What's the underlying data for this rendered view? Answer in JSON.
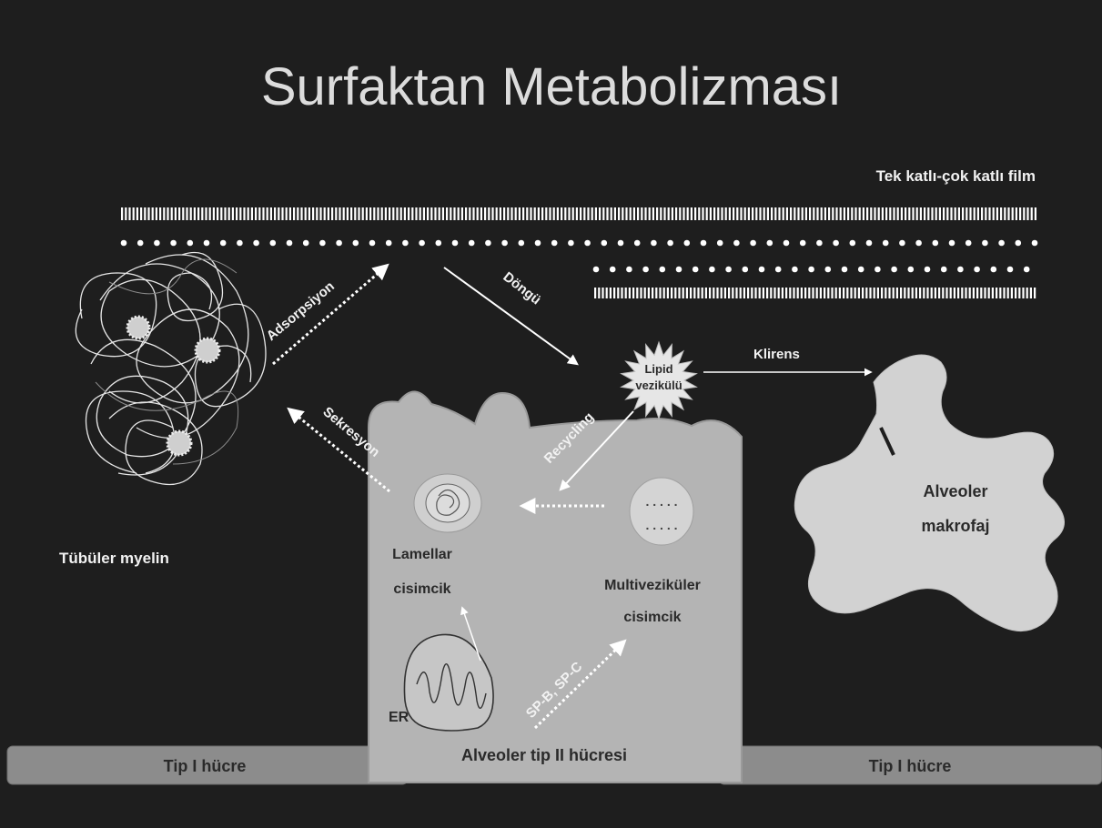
{
  "title": "Surfaktan Metabolizması",
  "labels": {
    "film": "Tek katlı-çok katlı film",
    "tubular_myelin": "Tübüler myelin",
    "adsorption": "Adsorpsiyon",
    "cycle": "Döngü",
    "secretion": "Sekresyon",
    "recycling": "Recycling",
    "clearance": "Klirens",
    "lipid_vesicle_line1": "Lipid",
    "lipid_vesicle_line2": "vezikülü",
    "macrophage_line1": "Alveoler",
    "macrophage_line2": "makrofaj",
    "lamellar_line1": "Lamellar",
    "lamellar_line2": "cisimcik",
    "multivesicular_line1": "Multiveziküler",
    "multivesicular_line2": "cisimcik",
    "sp": "SP-B, SP-C",
    "er": "ER",
    "type2_cell": "Alveoler tip II hücresi",
    "type1_left": "Tip I hücre",
    "type1_right": "Tip I hücre"
  },
  "colors": {
    "background": "#1e1e1e",
    "cell": "#b4b4b4",
    "macrophage": "#d2d2d2",
    "membrane": "#8c8c8c",
    "arrow": "#ffffff"
  }
}
